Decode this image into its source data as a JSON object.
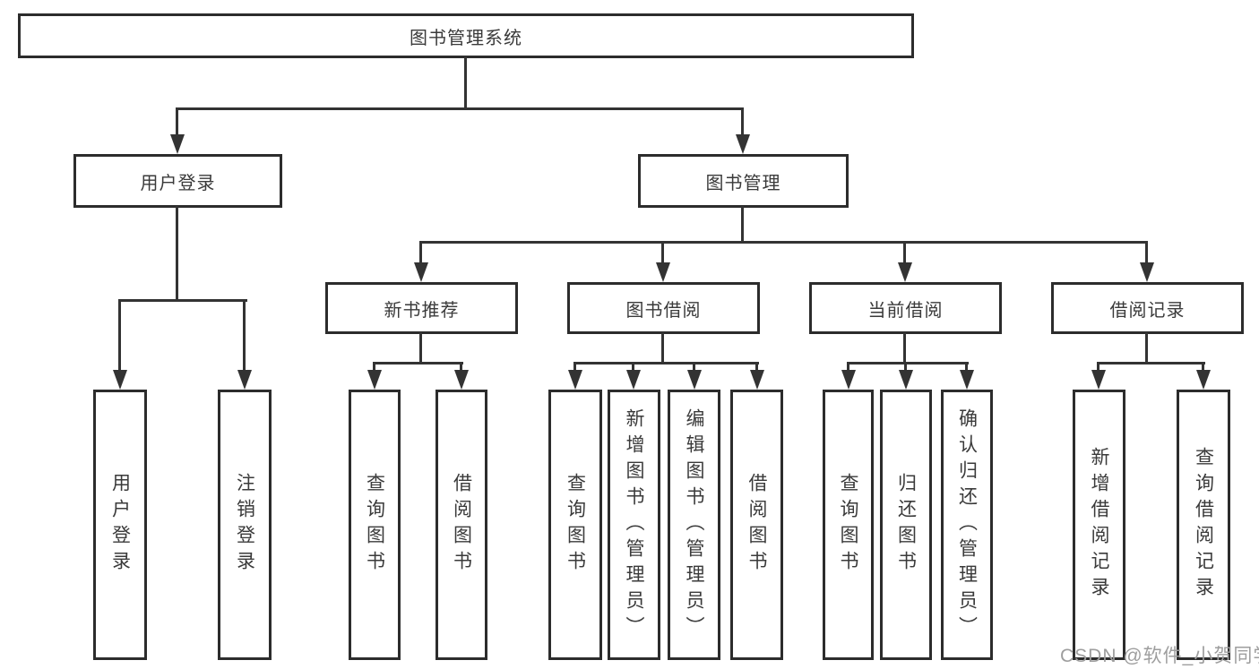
{
  "diagram_title": "图书管理系统",
  "tree": {
    "label": "图书管理系统",
    "children": [
      {
        "label": "用户登录",
        "children": [
          {
            "label": "用户登录"
          },
          {
            "label": "注销登录"
          }
        ]
      },
      {
        "label": "图书管理",
        "children": [
          {
            "label": "新书推荐",
            "children": [
              {
                "label": "查询图书"
              },
              {
                "label": "借阅图书"
              }
            ]
          },
          {
            "label": "图书借阅",
            "children": [
              {
                "label": "查询图书"
              },
              {
                "label": "新增图书（管理员）"
              },
              {
                "label": "编辑图书（管理员）"
              },
              {
                "label": "借阅图书"
              }
            ]
          },
          {
            "label": "当前借阅",
            "children": [
              {
                "label": "查询图书"
              },
              {
                "label": "归还图书"
              },
              {
                "label": "确认归还（管理员）"
              }
            ]
          },
          {
            "label": "借阅记录",
            "children": [
              {
                "label": "新增借阅记录"
              },
              {
                "label": "查询借阅记录"
              }
            ]
          }
        ]
      }
    ]
  },
  "watermark": "CSDN @软件_小贺同学",
  "colors": {
    "border": "#2c2c2c",
    "line": "#333333",
    "text": "#3a3a3a",
    "watermark": "#9e9e9e",
    "background": "#ffffff"
  }
}
